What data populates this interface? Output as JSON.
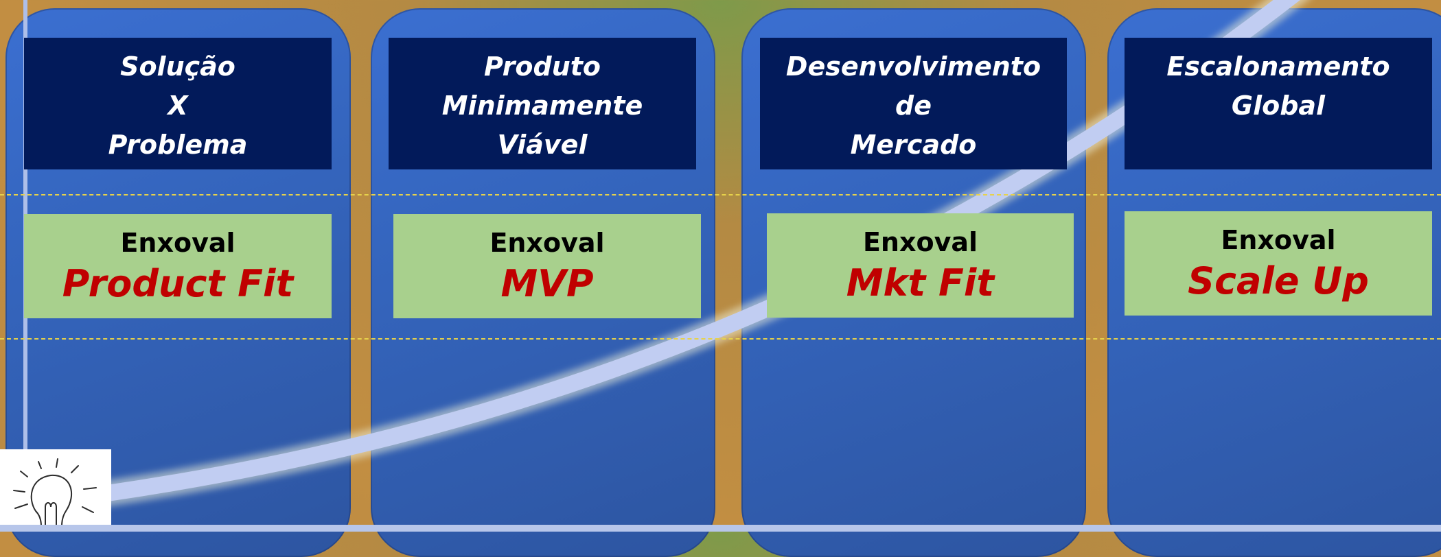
{
  "stages": [
    {
      "title": [
        "Solução",
        "X",
        "Problema"
      ],
      "kit_label": "Enxoval",
      "fit": "Product Fit"
    },
    {
      "title": [
        "Produto",
        "Minimamente",
        "Viável"
      ],
      "kit_label": "Enxoval",
      "fit": "MVP"
    },
    {
      "title": [
        "Desenvolvimento",
        "de",
        "Mercado"
      ],
      "kit_label": "Enxoval",
      "fit": "Mkt Fit"
    },
    {
      "title": [
        "Escalonamento",
        "Global"
      ],
      "kit_label": "Enxoval",
      "fit": "Scale Up"
    }
  ],
  "colors": {
    "background": "#c28e42",
    "stage_card": "#3566bf",
    "title_box": "#021a5a",
    "fit_box": "#a8d08d",
    "fit_text": "#c00000",
    "growth_curve": "#c1cdf2",
    "guide_line": "#e7d24a"
  },
  "icons": [
    "lightbulb-icon"
  ]
}
